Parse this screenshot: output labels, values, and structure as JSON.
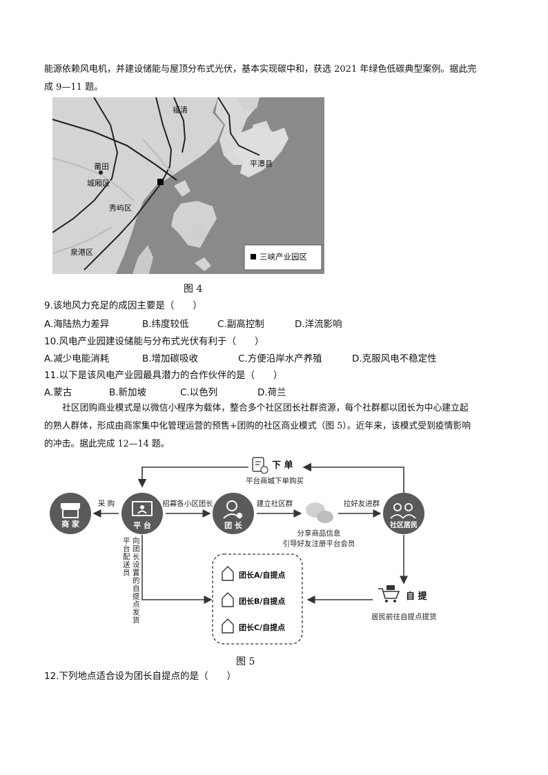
{
  "intro": {
    "line1": "能源依赖风电机，并建设储能与屋顶分布式光伏，基本实现碳中和，获选 2021 年绿色低碳典型案例。据此完",
    "line2": "成 9—11 题。"
  },
  "map": {
    "places": [
      "福清",
      "莆田",
      "城厢区",
      "秀屿区",
      "平潭县",
      "泉港区"
    ],
    "legend": "三峡产业园区",
    "caption": "图 4"
  },
  "questions": [
    {
      "stem": "9.该地风力充足的成因主要是（　　）",
      "options": [
        "A.海陆热力差异",
        "B.纬度较低",
        "C.副高控制",
        "D.洋流影响"
      ]
    },
    {
      "stem": "10.风电产业园建设储能与分布式光伏有利于（　　）",
      "options": [
        "A.减少电能消耗",
        "B.增加碳吸收",
        "C.方便沿岸水产养殖",
        "D.克服风电不稳定性"
      ]
    },
    {
      "stem": "11.以下是该风电产业园最具潜力的合作伙伴的是（　　）",
      "options": [
        "A.蒙古",
        "B.新加坡",
        "C.以色列",
        "D.荷兰"
      ]
    }
  ],
  "passage": {
    "line1": "社区团购商业模式是以微信小程序为载体，整合多个社区团长社群资源，每个社群都以团长为中心建立起",
    "line2": "的熟人群体，形成由商家集中化管理运营的预售+团购的社区商业模式（图 5）。近年来，该模式受到疫情影响",
    "line3": "的冲击。据此完成 12—14 题。"
  },
  "diagram": {
    "order_title": "下 单",
    "order_sub": "平台商城下单购买",
    "merchant": "商 家",
    "platform": "平 台",
    "leader": "团 长",
    "residents": "社区居民",
    "purchase": "采 购",
    "recruit": "招募各小区团长",
    "build_group": "建立社区群",
    "invite": "拉好友进群",
    "share1": "分享商品信息",
    "share2": "引导好友注册平台会员",
    "delivery_col1": "平台配送员",
    "delivery_col2": "向团长设置的自提点发货",
    "pickup_title": "自 提",
    "pickup_sub": "居民前往自提点提货",
    "points": [
      "团长A/自提点",
      "团长B/自提点",
      "团长C/自提点"
    ],
    "caption": "图 5"
  },
  "q12": "12.下列地点适合设为团长自提点的是（　　）"
}
